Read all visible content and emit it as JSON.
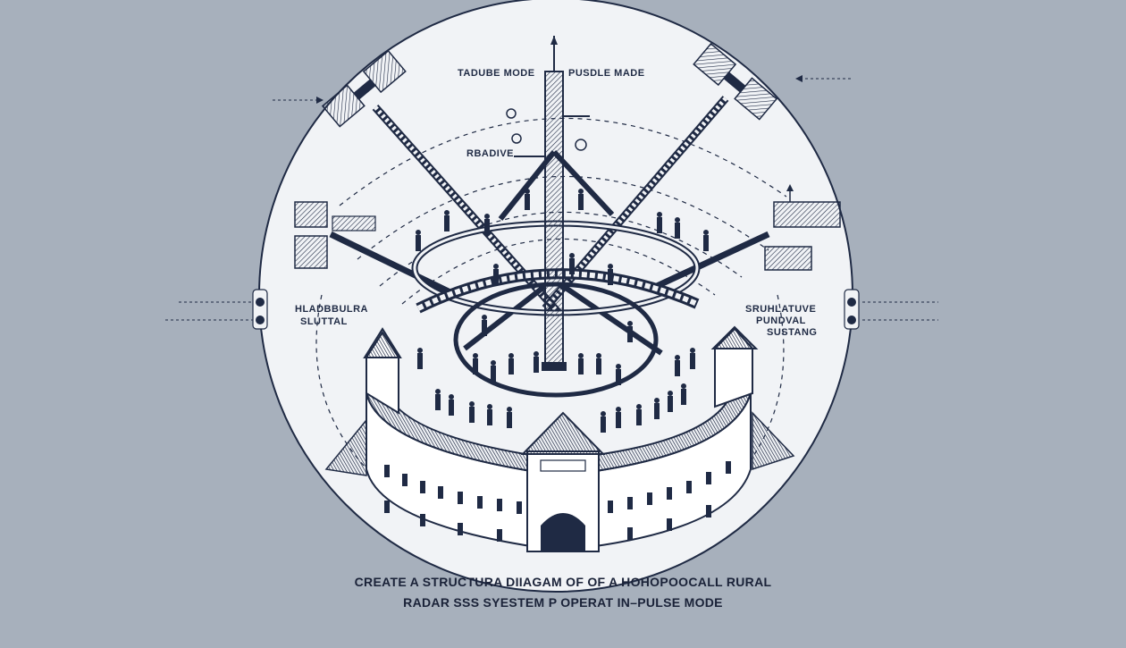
{
  "diagram": {
    "labels": {
      "top_left": "TADUBE MODE",
      "top_right": "PUSDLE MADE",
      "upper": "RBADIVE",
      "left_line1": "HLADBBULRA",
      "left_line2": "SLUTTAL",
      "right_line1": "SRUHLATUVE",
      "right_line2": "PUNDVAL",
      "right_line3": "SUSTANG"
    },
    "caption": {
      "line1": "CREATE A STRUCTURA DIIAGAM OF OF A HOHOPOOCALL RURAL",
      "line2": "RADAR SSS SYESTEM P OPERAT IN–PULSE MODE"
    },
    "colors": {
      "background": "#a7b0bc",
      "circle_fill": "#f1f3f6",
      "ink": "#1f2a44",
      "wall_fill": "#ffffff"
    }
  }
}
